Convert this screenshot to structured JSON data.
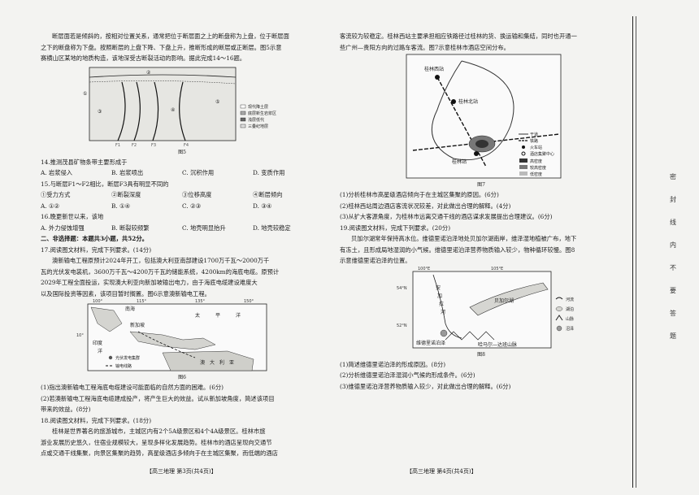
{
  "left": {
    "intro": [
      "断层面若是倾斜的，按相对位置关系，通常把位于断层面之上的断盘称为上盘，位于断层面",
      "之下的断盘称为下盘。按照断层的上盘下降、下盘上升，推断形成的断层或正断层。图5示意",
      "赛横山区某地的地质构造，该地深受古断裂活动的影响。据此完成14～16题。"
    ],
    "fig5": {
      "caption": "图5",
      "legend": [
        "现代降土层",
        "底层新生岩浆区",
        "浅层低代",
        "三叠纪地层"
      ],
      "faults": [
        "F1",
        "F2",
        "F3",
        "F4"
      ],
      "circles": [
        "①",
        "②",
        "③",
        "④",
        "⑤"
      ]
    },
    "q14": {
      "stem": "14.推测茂县矿物条带主要形成于",
      "options": [
        "A. 岩浆侵入",
        "B. 岩浆喷出",
        "C. 沉积作用",
        "D. 变质作用"
      ]
    },
    "q15": {
      "stem": "15.与断层F1～F2相比，断层F3具有明显不同的",
      "items": [
        "①受力方式",
        "②断裂深度",
        "③位移高度",
        "④断层倾向"
      ],
      "options": [
        "A. ①②",
        "B. ①④",
        "C. ②③",
        "D. ③④"
      ]
    },
    "q16": {
      "stem": "16.晚更新世以来，该地",
      "options": [
        "A. 外力侵蚀增强",
        "B. 断裂较频繁",
        "C. 地壳明显抬升",
        "D. 地壳较稳定"
      ]
    },
    "section2": "二、非选择题：本题共3小题，共52分。",
    "q17": {
      "stem": "17.阅读图文材料，完成下列要求。(14分)",
      "text": [
        "澳新输电工程原预计2024年开工，包括澳大利亚南部建设1700万千瓦～2000万千",
        "瓦的光伏发电装机，3600万千瓦～4200万千瓦的储能系统，4200km的海底电缆。原预计",
        "2029年工程全面投运，实现澳大利亚向新加坡输出电力，由于海底电缆建设难度大",
        "以及国际投资等因素，该项目暂时搁置。图6示意澳新输电工程。"
      ],
      "fig_caption": "图6",
      "map_labels": [
        "南海",
        "太",
        "平",
        "洋",
        "新加坡",
        "印度",
        "洋",
        "澳",
        "大",
        "利",
        "亚"
      ],
      "map_ticks": [
        "100°",
        "115°",
        "135°",
        "150°",
        "10°"
      ],
      "map_legend": [
        "光伏发电集群",
        "输电线路"
      ],
      "sub": [
        "(1)指出澳新输电工程海底电缆建设可能面临的自然方面的困难。(6分)",
        "(2)若澳新输电工程海底电缆建成投产，将产生巨大的效益。试从新加坡角度，简述该项目",
        "带来的效益。(8分)"
      ]
    },
    "q18": {
      "stem": "18.阅读图文材料，完成下列要求。(18分)",
      "text": [
        "桂林是世界著名的旅游城市，主城区内有2个5A级景区和4个4A级景区。桂林市旅",
        "游业发展历史悠久，住宿业规模较大，呈现多样化发展趋势。桂林市的酒店呈现向交通节",
        "点或交通干线集聚，向景区集聚的趋势，高星级酒店多倾向于在主城区集聚，而低端的酒店"
      ]
    },
    "footer": "【高三地理  第3页(共4页)】"
  },
  "right": {
    "q18cont": [
      "客流较为较稳定。桂林西站主要承担相应铁路径过桂林的货、换运输和集结，同时也开通一",
      "些广州—贵阳方向的过路车客流。图7示意桂林市酒店空间分布。"
    ],
    "fig7": {
      "caption": "图7",
      "labels": [
        "桂林西站",
        "桂林北站",
        "桂林站"
      ],
      "legend": [
        "干道",
        "铁路",
        "火车站",
        "酒店集聚中心",
        "高密度",
        "较高密度",
        "低密度"
      ]
    },
    "q18sub": [
      "(1)分析桂林市高星级酒店倾向于在主城区集聚的原因。(6分)",
      "(2)桂林西站周边酒店客流状况较差，对此做出合理的解释。(4分)",
      "(3)从扩大客源角度，为桂林市远离交通干线的酒店谋求发展提出合理建议。(6分)"
    ],
    "q19": {
      "stem": "19.阅读图文材料，完成下列要求。(20分)",
      "text": [
        "贝加尔湖常年保持高水位。维德里诺泊泽地处贝加尔湖南岸，维泽湿地植被广布，地下",
        "有冻土，且形成局地湿润的小气候。维德里诺泊泽营养物质输入较少，物种循环较慢。图8",
        "示意维德里诺泊泽的位置。"
      ],
      "fig8": {
        "caption": "图8",
        "ticks": [
          "100°E",
          "105°E",
          "54°N",
          "52°N"
        ],
        "labels": [
          "安",
          "加",
          "拉",
          "河",
          "贝加尔湖",
          "维德里诺泊泽",
          "哈马尔—达班山脉"
        ],
        "legend": [
          "河流",
          "湖泊",
          "山脉",
          "沼泽"
        ]
      },
      "sub": [
        "(1)简述维德里诺泊泽的形成原因。(8分)",
        "(2)分析维德里诺泊泽湿润小气候的形成条件。(6分)",
        "(3)维德里诺泊泽营养物质输入较少，对此做出合理的解释。(6分)"
      ]
    },
    "footer": "【高三地理  第4页(共4页)】"
  },
  "margin": {
    "chars": [
      "密",
      "封",
      "线",
      "内",
      "不",
      "要",
      "答",
      "题"
    ]
  }
}
